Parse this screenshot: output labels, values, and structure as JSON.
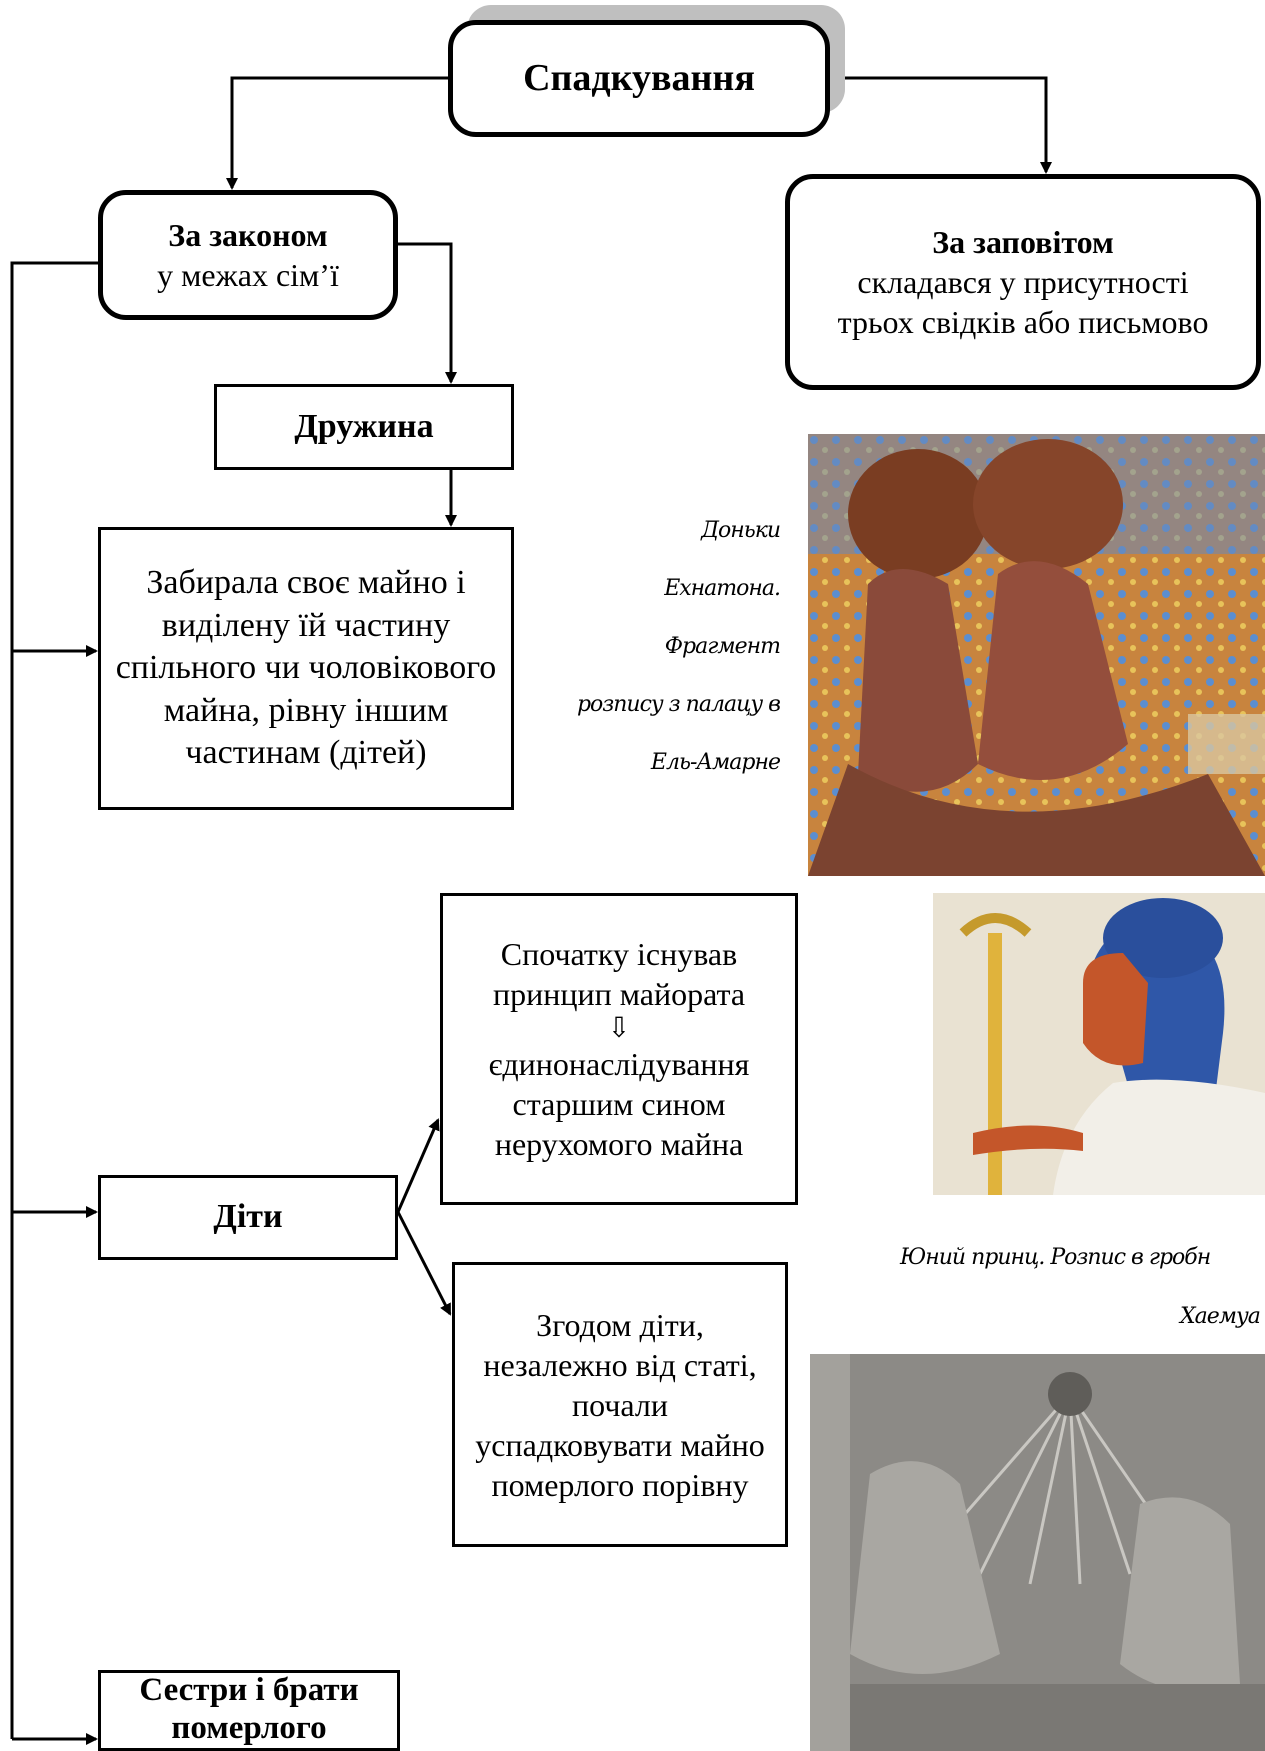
{
  "diagram": {
    "root": "Спадкування",
    "by_law": {
      "title": "За законом",
      "subtitle": "у межах сім’ї"
    },
    "by_will": {
      "title": "За заповітом",
      "text": "складався у присутності трьох свідків або письмово"
    },
    "wife": "Дружина",
    "wife_detail": "Забирала своє майно і виділену їй частину спільного чи чоловікового майна, рівну іншим частинам (дітей)",
    "children": "Діти",
    "majorat": {
      "line1": "Спочатку існував",
      "line2": "принцип майората",
      "arrow": "⇩",
      "line3": "єдинонаслідування",
      "line4": "старшим сином",
      "line5": "нерухомого майна"
    },
    "equal": "Згодом діти, незалежно від статі, почали успадковувати майно померлого порівну",
    "siblings": "Сестри і брати померлого"
  },
  "captions": {
    "daughters": [
      "Доньки",
      "Ехнатона.",
      "Фрагмент",
      "розпису з палацу в",
      "Ель-Амарне"
    ],
    "prince_line1": "Юний принц. Розпис в гробн",
    "prince_line2": "Хаемуа"
  },
  "images": {
    "fresco": "daughters-fresco-image",
    "prince": "prince-painting-image",
    "relief": "akhenaten-relief-image"
  },
  "colors": {
    "line": "#000000",
    "shadow": "#bfbfbf"
  }
}
